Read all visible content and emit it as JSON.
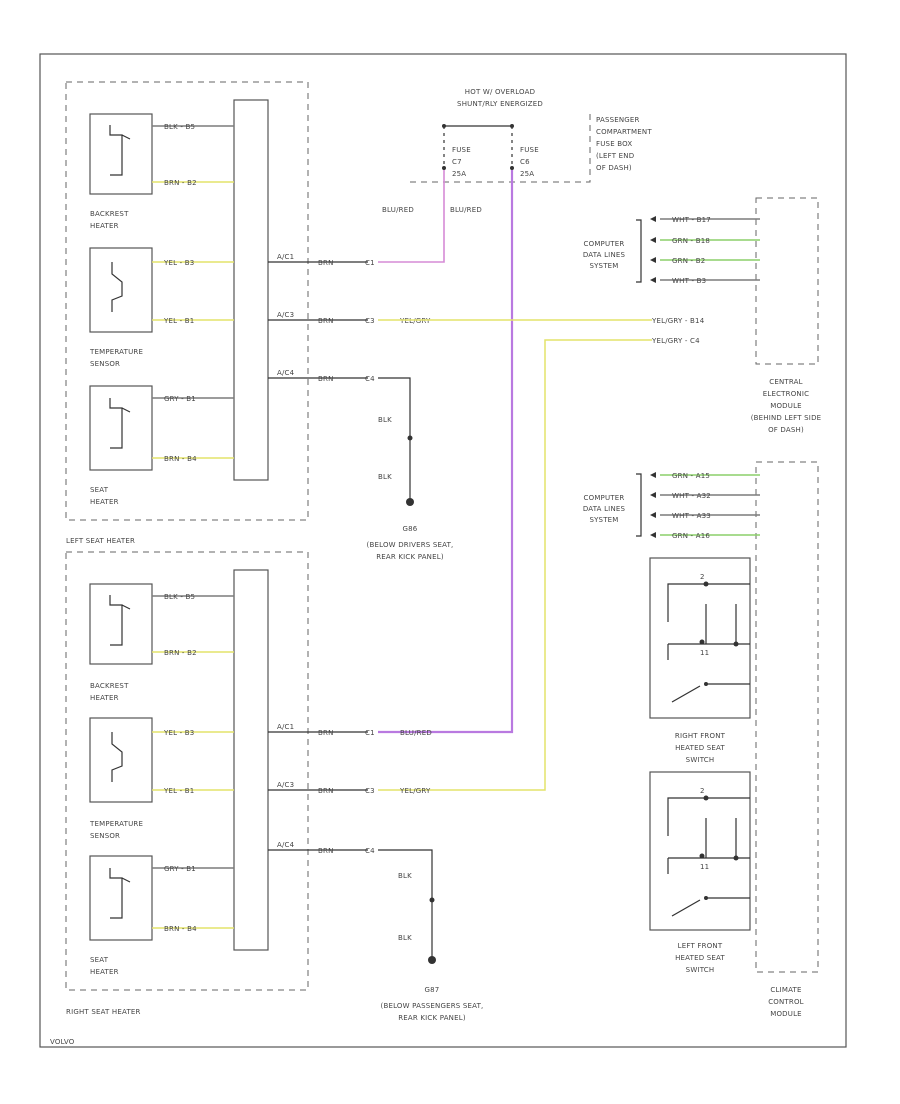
{
  "diagram": {
    "fuse_box": {
      "header_line1": "HOT W/ OVERLOAD",
      "header_line2": "SHUNT/RLY ENERGIZED",
      "label_lines": [
        "PASSENGER",
        "COMPARTMENT",
        "FUSE BOX",
        "(LEFT END",
        "OF DASH)"
      ],
      "fuse_left": {
        "name": "FUSE",
        "number": "C7",
        "rating": "25A"
      },
      "fuse_right": {
        "name": "FUSE",
        "number": "C6",
        "rating": "25A"
      },
      "wire_left": "BLU/RED",
      "wire_right": "BLU/RED"
    },
    "left_seat": {
      "title": "LEFT SEAT HEATER",
      "backrest": {
        "label1": "BACKREST",
        "label2": "HEATER",
        "pin1": "BLK - B5",
        "pin2": "BRN - B2"
      },
      "temp": {
        "label1": "TEMPERATURE",
        "label2": "SENSOR",
        "pin1": "YEL - B3",
        "pin2": "YEL - B1"
      },
      "seat": {
        "label1": "SEAT",
        "label2": "HEATER",
        "pin1": "GRY - B1",
        "pin2": "BRN - B4"
      },
      "conn1": {
        "pins": "A/C1",
        "color": "BRN",
        "term": "C1",
        "wire": ""
      },
      "conn2": {
        "pins": "A/C3",
        "color": "BRN",
        "term": "C3",
        "wire": "YEL/GRY"
      },
      "conn3": {
        "pins": "A/C4",
        "color": "BRN",
        "term": "C4",
        "wire": ""
      }
    },
    "ground_left": {
      "wire1": "BLK",
      "wire2": "BLK",
      "id": "G86",
      "loc1": "(BELOW DRIVERS SEAT,",
      "loc2": "REAR KICK PANEL)"
    },
    "right_seat": {
      "title": "RIGHT SEAT HEATER",
      "backrest": {
        "label1": "BACKREST",
        "label2": "HEATER",
        "pin1": "BLK - B5",
        "pin2": "BRN - B2"
      },
      "temp": {
        "label1": "TEMPERATURE",
        "label2": "SENSOR",
        "pin1": "YEL - B3",
        "pin2": "YEL - B1"
      },
      "seat": {
        "label1": "SEAT",
        "label2": "HEATER",
        "pin1": "GRY - B1",
        "pin2": "BRN - B4"
      },
      "conn1": {
        "pins": "A/C1",
        "color": "BRN",
        "term": "C1",
        "wire": "BLU/RED"
      },
      "conn2": {
        "pins": "A/C3",
        "color": "BRN",
        "term": "C3",
        "wire": "YEL/GRY"
      },
      "conn3": {
        "pins": "A/C4",
        "color": "BRN",
        "term": "C4",
        "wire": ""
      }
    },
    "ground_right": {
      "wire1": "BLK",
      "wire2": "BLK",
      "id": "G87",
      "loc1": "(BELOW PASSENGERS SEAT,",
      "loc2": "REAR KICK PANEL)"
    },
    "cem": {
      "data_label": [
        "COMPUTER",
        "DATA LINES",
        "SYSTEM"
      ],
      "pins": [
        "WHT - B17",
        "GRN - B18",
        "GRN - B2",
        "WHT - B3"
      ],
      "pin_yel1": "YEL/GRY - B14",
      "pin_yel2": "YEL/GRY - C4",
      "label_lines": [
        "CENTRAL",
        "ELECTRONIC",
        "MODULE",
        "(BEHIND LEFT SIDE",
        "OF DASH)"
      ]
    },
    "ccm": {
      "data_label": [
        "COMPUTER",
        "DATA LINES",
        "SYSTEM"
      ],
      "pins": [
        "GRN - A15",
        "WHT - A32",
        "WHT - A33",
        "GRN - A16"
      ],
      "right_switch": [
        "RIGHT FRONT",
        "HEATED SEAT",
        "SWITCH"
      ],
      "left_switch": [
        "LEFT FRONT",
        "HEATED SEAT",
        "SWITCH"
      ],
      "sw_term_top": "2",
      "sw_term_mid": "11",
      "label_lines": [
        "CLIMATE",
        "CONTROL",
        "MODULE"
      ]
    },
    "footer_code": "VOLVO",
    "colors": {
      "yellow_wire": "#e3e36a",
      "purple_wire": "#b979e0",
      "pink_wire": "#d68bd6",
      "green_pin": "#8ccf6a",
      "outline": "#555555"
    }
  }
}
